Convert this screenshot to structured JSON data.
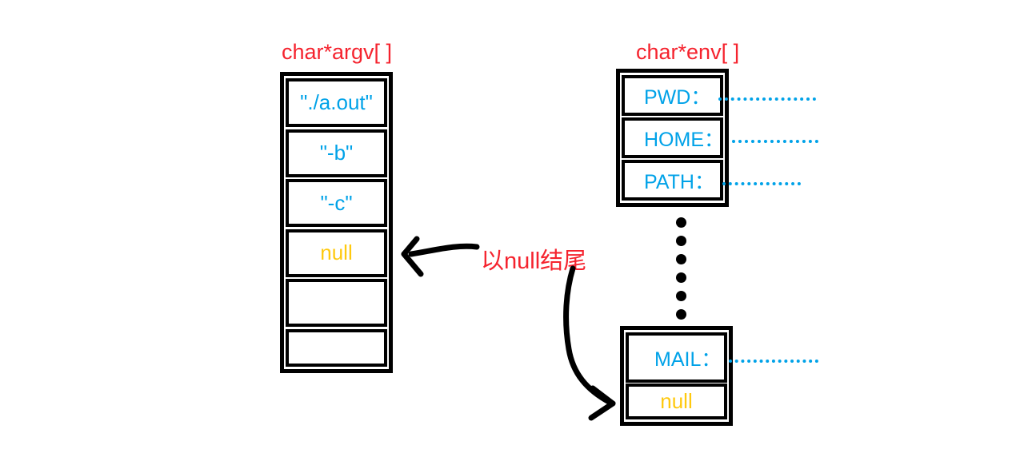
{
  "colors": {
    "heading_red": "#F5232E",
    "value_blue": "#00A2E8",
    "null_gold": "#FFC90E",
    "line_black": "#000000"
  },
  "argv": {
    "title": "char*argv[ ]",
    "cells": [
      {
        "text": "\"./a.out\""
      },
      {
        "text": "\"-b\""
      },
      {
        "text": "\"-c\""
      },
      {
        "text": "null"
      },
      {
        "text": ""
      },
      {
        "text": ""
      }
    ]
  },
  "env": {
    "title": "char*env[ ]",
    "top_cells": [
      {
        "label": "PWD："
      },
      {
        "label": "HOME："
      },
      {
        "label": "PATH："
      }
    ],
    "ellipsis_dots": 6,
    "bottom_cells": [
      {
        "label": "MAIL："
      },
      {
        "label": "null"
      }
    ]
  },
  "annotation": {
    "text": "以null结尾"
  }
}
